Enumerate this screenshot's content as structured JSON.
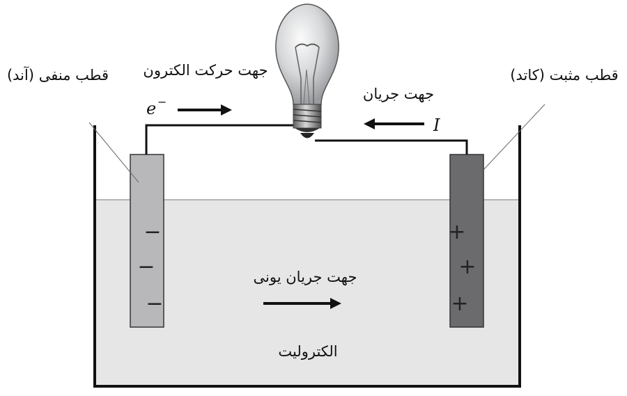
{
  "labels": {
    "anode": "قطب منفی (آند)",
    "cathode": "قطب مثبت (کاتد)",
    "electron_direction": "جهت حرکت الکترون",
    "current_direction": "جهت جریان",
    "ionic_current": "جهت جریان یونی",
    "electrolyte": "الکترولیت",
    "electron_symbol": "e",
    "electron_superscript": "−",
    "current_symbol": "I"
  },
  "anode_signs": [
    "−",
    "−",
    "−"
  ],
  "cathode_signs": [
    "+",
    "+",
    "+"
  ],
  "colors": {
    "electrolyte": "#e6e6e6",
    "anode": "#b8b8ba",
    "cathode": "#6b6b6e",
    "wire": "#111111",
    "bulb_glass": "#d9dadc",
    "bulb_base": "#8c8c8c"
  }
}
